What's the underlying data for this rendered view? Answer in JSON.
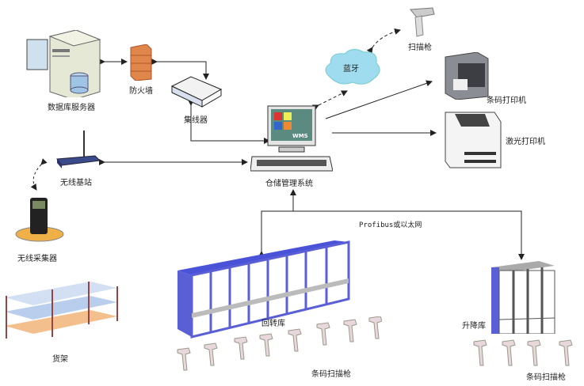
{
  "nodes": {
    "db_server": {
      "label": "数据库服务器"
    },
    "firewall": {
      "label": "防火墙"
    },
    "hub": {
      "label": "集线器"
    },
    "wireless_ap": {
      "label": "无线基站"
    },
    "wireless_terminal": {
      "label": "无线采集器"
    },
    "wms": {
      "label": "仓储管理系统",
      "screen_text": "WMS"
    },
    "bluetooth": {
      "label": "蓝牙"
    },
    "scanner_top": {
      "label": "扫描枪"
    },
    "barcode_printer": {
      "label": "条码打印机"
    },
    "laser_printer": {
      "label": "激光打印机"
    },
    "shelf": {
      "label": "货架"
    },
    "carousel": {
      "label": "回转库"
    },
    "lift": {
      "label": "升降库"
    },
    "scanners_mid": {
      "label": "条码扫描枪"
    },
    "scanners_right": {
      "label": "条码扫描枪"
    }
  },
  "network_label": "Profibus或以太网",
  "colors": {
    "line": "#222222",
    "rack_blue": "#5a5fd6",
    "firewall": "#e0864a",
    "cloud": "#9fdcef"
  }
}
